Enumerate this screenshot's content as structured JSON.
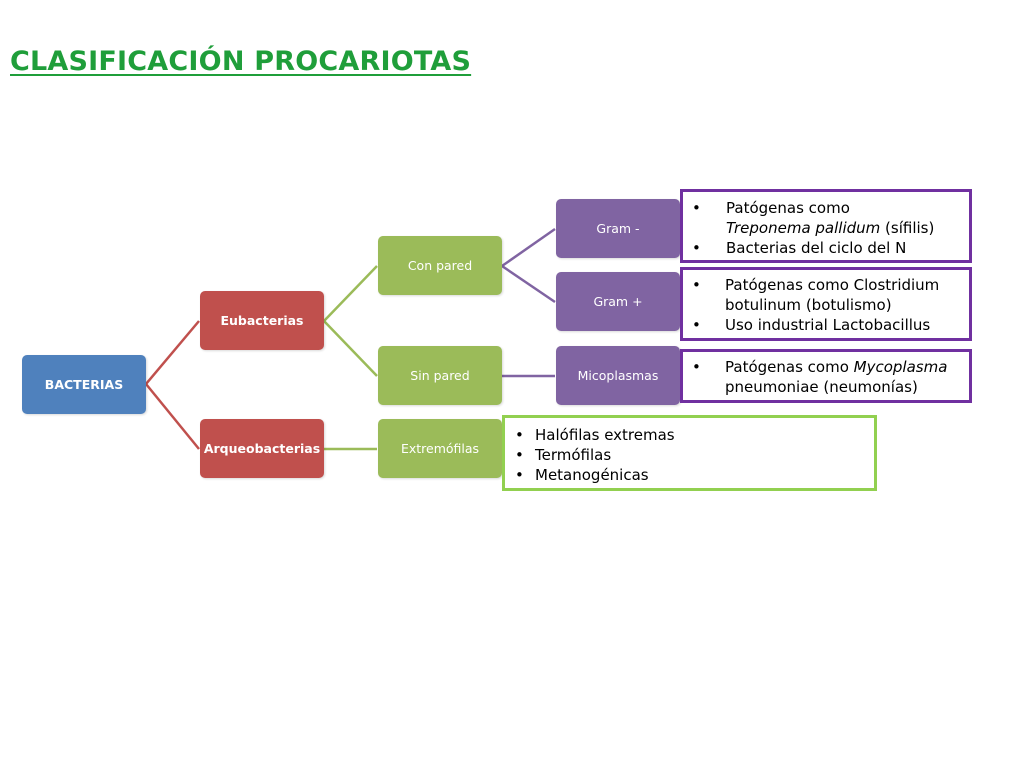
{
  "title": "CLASIFICACIÓN PROCARIOTAS",
  "colors": {
    "title": "#1f9e3a",
    "root": "#4f81bd",
    "level1": "#c0504d",
    "level2": "#9bbb59",
    "level3": "#8064a2",
    "purple_border": "#7030a0",
    "green_border": "#92d050"
  },
  "nodes": {
    "bacterias": "BACTERIAS",
    "eubacterias": "Eubacterias",
    "arqueobacterias": "Arqueobacterias",
    "con_pared": "Con pared",
    "sin_pared": "Sin pared",
    "extremofilas": "Extremófilas",
    "gram_neg": "Gram -",
    "gram_pos": "Gram +",
    "micoplasmas": "Micoplasmas"
  },
  "notes": {
    "gram_neg": {
      "bullet": "•",
      "item1_prefix": "Patógenas como",
      "item1_italic": "Treponema pallidum",
      "item1_suffix": " (sífilis)",
      "item2": "Bacterias del ciclo del N"
    },
    "gram_pos": {
      "bullet": "•",
      "item1_line1": "Patógenas como Clostridium",
      "item1_line2": "botulinum (botulismo)",
      "item2": "Uso industrial Lactobacillus"
    },
    "micoplasmas": {
      "bullet": "•",
      "item1_prefix": "Patógenas como ",
      "item1_italic": "Mycoplasma",
      "item1_line2": "pneumoniae (neumonías)"
    },
    "extremofilas": {
      "bullet": "•",
      "items": [
        "Halófilas extremas",
        "Termófilas",
        "Metanogénicas"
      ]
    }
  }
}
